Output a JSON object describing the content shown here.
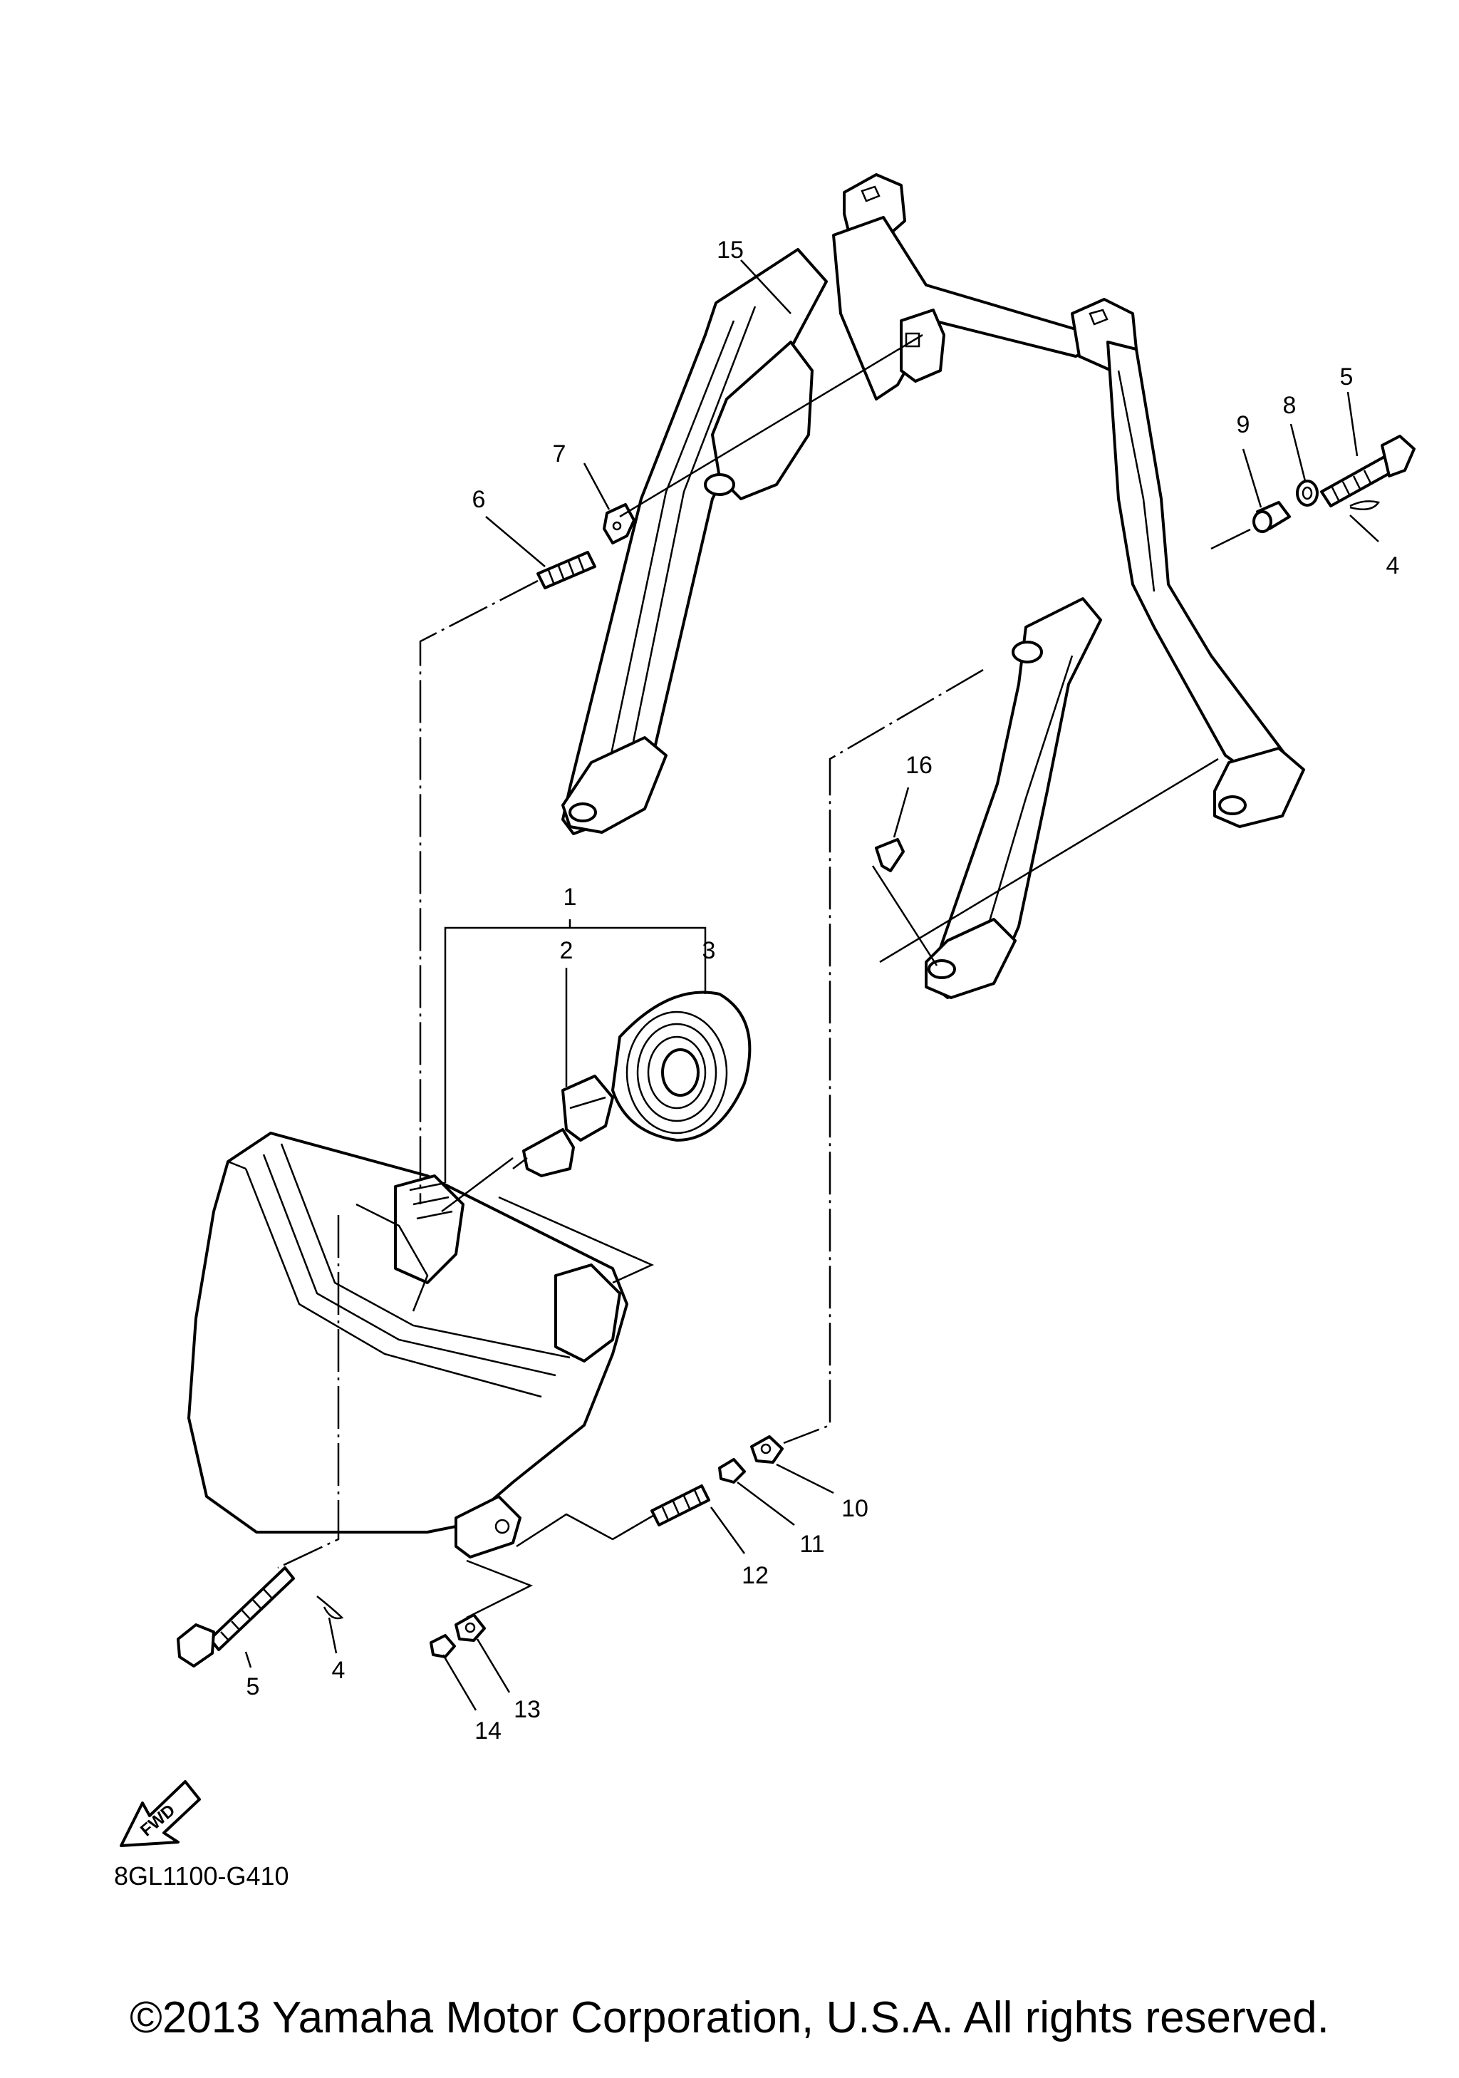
{
  "callouts": [
    {
      "id": "p1",
      "label": "1"
    },
    {
      "id": "p2",
      "label": "2"
    },
    {
      "id": "p3",
      "label": "3"
    },
    {
      "id": "p4a",
      "label": "4"
    },
    {
      "id": "p4b",
      "label": "4"
    },
    {
      "id": "p5a",
      "label": "5"
    },
    {
      "id": "p5b",
      "label": "5"
    },
    {
      "id": "p6",
      "label": "6"
    },
    {
      "id": "p7",
      "label": "7"
    },
    {
      "id": "p8",
      "label": "8"
    },
    {
      "id": "p9",
      "label": "9"
    },
    {
      "id": "p10",
      "label": "10"
    },
    {
      "id": "p11",
      "label": "11"
    },
    {
      "id": "p12",
      "label": "12"
    },
    {
      "id": "p13",
      "label": "13"
    },
    {
      "id": "p14",
      "label": "14"
    },
    {
      "id": "p15",
      "label": "15"
    },
    {
      "id": "p16",
      "label": "16"
    }
  ],
  "fwd_label": "FWD",
  "drawing_code": "8GL1100-G410",
  "copyright": "©2013 Yamaha Motor Corporation, U.S.A. All rights reserved."
}
